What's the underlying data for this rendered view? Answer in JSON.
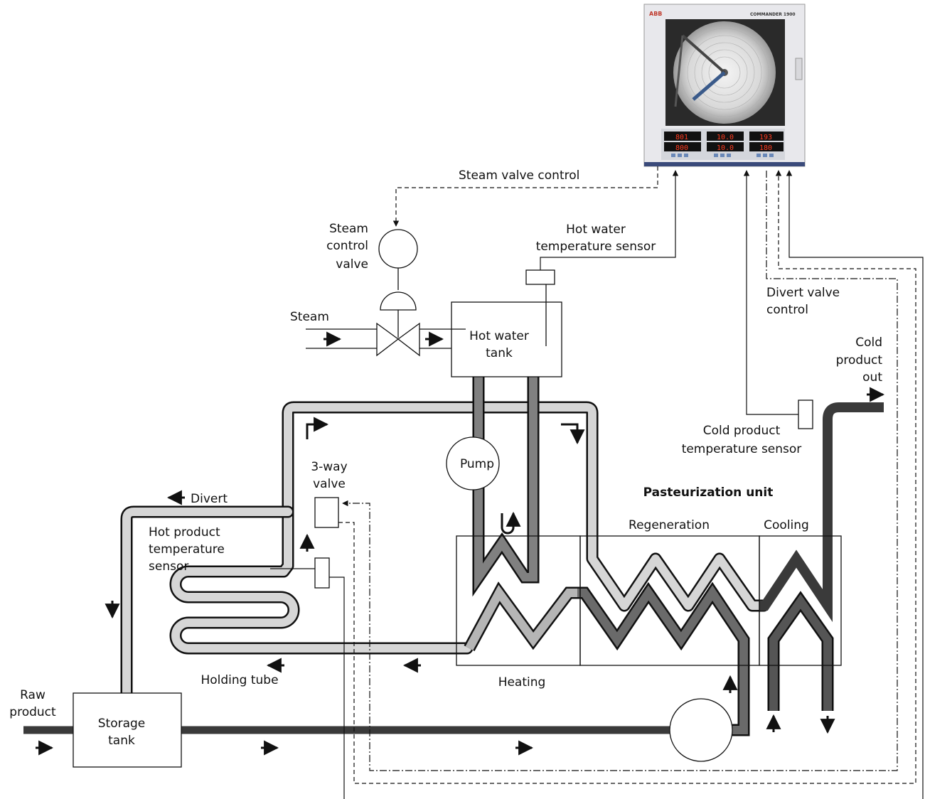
{
  "recorder": {
    "brand": "ABB",
    "model": "COMMANDER 1900",
    "displays": [
      [
        "801",
        "800"
      ],
      [
        "10.0",
        "10.0"
      ],
      [
        "193",
        "180"
      ]
    ]
  },
  "labels": {
    "steam_valve_control": "Steam valve control",
    "steam_control_valve": [
      "Steam",
      "control",
      "valve"
    ],
    "hot_water_sensor": [
      "Hot water",
      "temperature sensor"
    ],
    "steam": "Steam",
    "hot_water_tank": [
      "Hot water",
      "tank"
    ],
    "divert_valve_control": [
      "Divert valve",
      "control"
    ],
    "cold_product_out": [
      "Cold",
      "product",
      "out"
    ],
    "cold_product_sensor": [
      "Cold product",
      "temperature sensor"
    ],
    "pump": "Pump",
    "three_way_valve": [
      "3-way",
      "valve"
    ],
    "divert": "Divert",
    "hot_product_sensor": [
      "Hot product",
      "temperature",
      "sensor"
    ],
    "pasteurization_unit": "Pasteurization unit",
    "regeneration": "Regeneration",
    "cooling": "Cooling",
    "heating": "Heating",
    "holding_tube": "Holding tube",
    "raw_product": [
      "Raw",
      "product"
    ],
    "storage_tank": [
      "Storage",
      "tank"
    ]
  },
  "colors": {
    "raw_pipe": "#3a3a3a",
    "hot_pipe": "#d6d6d6",
    "water_pipe": "#808080",
    "outline": "#111111",
    "recorder_body": "#e8e8ec",
    "led": "#ff3b1f"
  }
}
